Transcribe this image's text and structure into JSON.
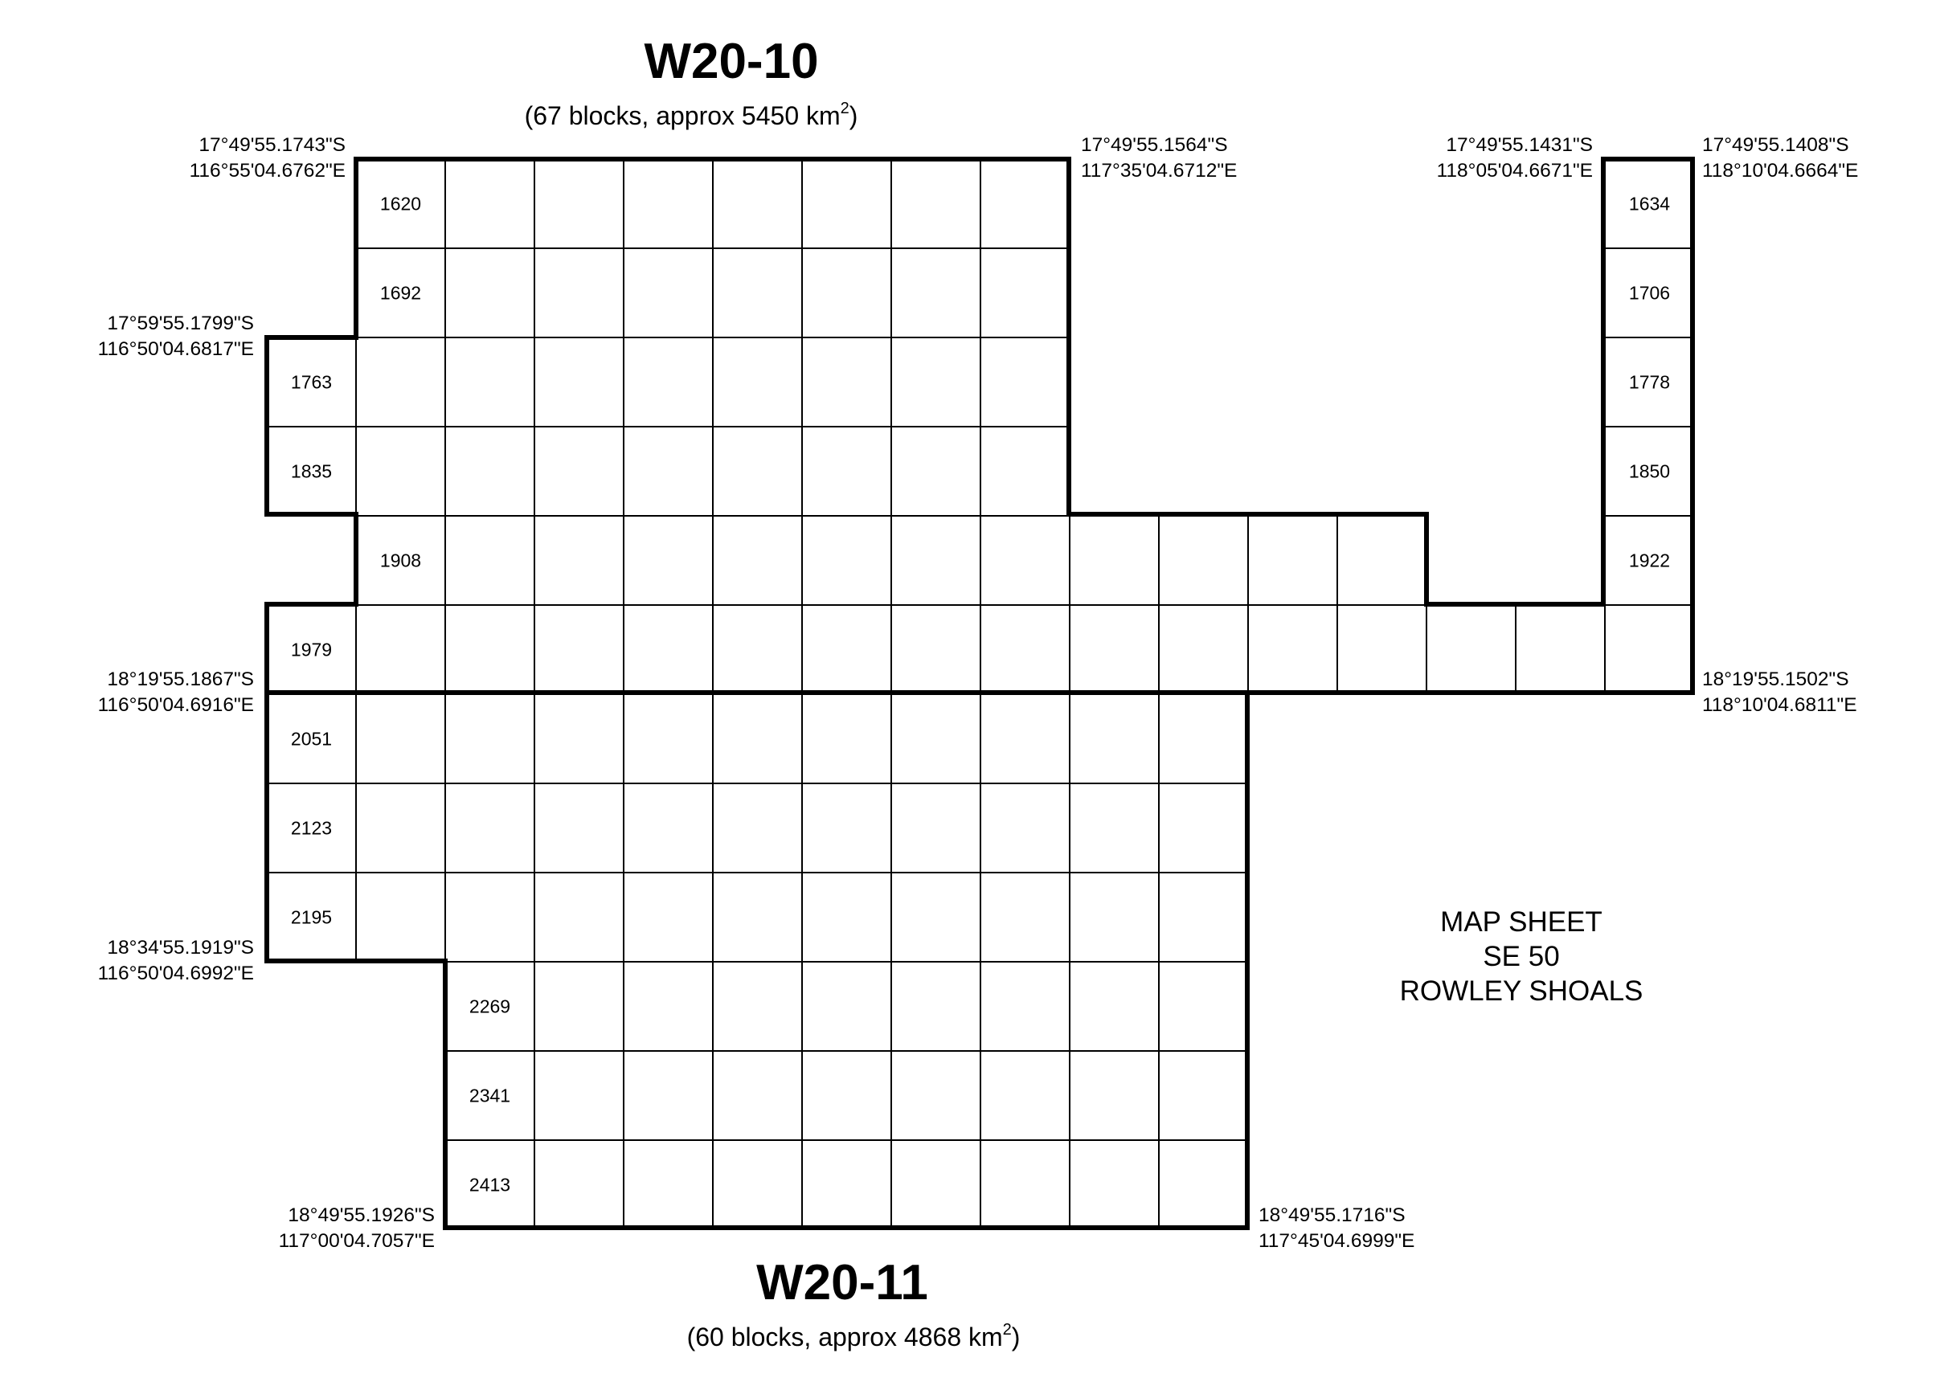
{
  "areas": [
    {
      "id": "w20-10",
      "title": "W20-10",
      "subtitle": "(67 blocks, approx 5450 km",
      "subtitle_sup": "2",
      "subtitle_close": ")",
      "rows": [
        {
          "row": 0,
          "col_start": 1,
          "col_end": 8
        },
        {
          "row": 1,
          "col_start": 1,
          "col_end": 8
        },
        {
          "row": 2,
          "col_start": 0,
          "col_end": 8
        },
        {
          "row": 3,
          "col_start": 0,
          "col_end": 8
        },
        {
          "row": 4,
          "col_start": 1,
          "col_end": 12
        },
        {
          "row": 5,
          "col_start": 0,
          "col_end": 15
        },
        {
          "row": 0,
          "col_start": 15,
          "col_end": 15
        },
        {
          "row": 1,
          "col_start": 15,
          "col_end": 15
        },
        {
          "row": 2,
          "col_start": 15,
          "col_end": 15
        },
        {
          "row": 3,
          "col_start": 15,
          "col_end": 15
        },
        {
          "row": 4,
          "col_start": 15,
          "col_end": 15
        }
      ]
    },
    {
      "id": "w20-11",
      "title": "W20-11",
      "subtitle": "(60 blocks, approx 4868 km",
      "subtitle_sup": "2",
      "subtitle_close": ")",
      "rows": [
        {
          "row": 6,
          "col_start": 0,
          "col_end": 10
        },
        {
          "row": 7,
          "col_start": 0,
          "col_end": 10
        },
        {
          "row": 8,
          "col_start": 0,
          "col_end": 10
        },
        {
          "row": 9,
          "col_start": 2,
          "col_end": 10
        },
        {
          "row": 10,
          "col_start": 2,
          "col_end": 10
        },
        {
          "row": 11,
          "col_start": 2,
          "col_end": 10
        }
      ]
    }
  ],
  "block_labels": [
    {
      "text": "1620",
      "row": 0,
      "col": 1
    },
    {
      "text": "1692",
      "row": 1,
      "col": 1
    },
    {
      "text": "1763",
      "row": 2,
      "col": 0
    },
    {
      "text": "1835",
      "row": 3,
      "col": 0
    },
    {
      "text": "1908",
      "row": 4,
      "col": 1
    },
    {
      "text": "1979",
      "row": 5,
      "col": 0
    },
    {
      "text": "1634",
      "row": 0,
      "col": 15
    },
    {
      "text": "1706",
      "row": 1,
      "col": 15
    },
    {
      "text": "1778",
      "row": 2,
      "col": 15
    },
    {
      "text": "1850",
      "row": 3,
      "col": 15
    },
    {
      "text": "1922",
      "row": 4,
      "col": 15
    },
    {
      "text": "2051",
      "row": 6,
      "col": 0
    },
    {
      "text": "2123",
      "row": 7,
      "col": 0
    },
    {
      "text": "2195",
      "row": 8,
      "col": 0
    },
    {
      "text": "2269",
      "row": 9,
      "col": 2
    },
    {
      "text": "2341",
      "row": 10,
      "col": 2
    },
    {
      "text": "2413",
      "row": 11,
      "col": 2
    }
  ],
  "coordinates": [
    {
      "id": "nw-1620",
      "lat": "17°49'55.1743\"S",
      "lon": "116°55'04.6762\"E"
    },
    {
      "id": "ne-w2010-main",
      "lat": "17°49'55.1564\"S",
      "lon": "117°35'04.6712\"E"
    },
    {
      "id": "nw-1634",
      "lat": "17°49'55.1431\"S",
      "lon": "118°05'04.6671\"E"
    },
    {
      "id": "ne-1634",
      "lat": "17°49'55.1408\"S",
      "lon": "118°10'04.6664\"E"
    },
    {
      "id": "nw-1763",
      "lat": "17°59'55.1799\"S",
      "lon": "116°50'04.6817\"E"
    },
    {
      "id": "w-boundary",
      "lat": "18°19'55.1867\"S",
      "lon": "116°50'04.6916\"E"
    },
    {
      "id": "e-boundary",
      "lat": "18°19'55.1502\"S",
      "lon": "118°10'04.6811\"E"
    },
    {
      "id": "sw-2195",
      "lat": "18°34'55.1919\"S",
      "lon": "116°50'04.6992\"E"
    },
    {
      "id": "sw-2413",
      "lat": "18°49'55.1926\"S",
      "lon": "117°00'04.7057\"E"
    },
    {
      "id": "se-w2011",
      "lat": "18°49'55.1716\"S",
      "lon": "117°45'04.6999\"E"
    }
  ],
  "map_sheet": {
    "line1": "MAP SHEET",
    "line2": "SE 50",
    "line3": "ROWLEY SHOALS"
  }
}
